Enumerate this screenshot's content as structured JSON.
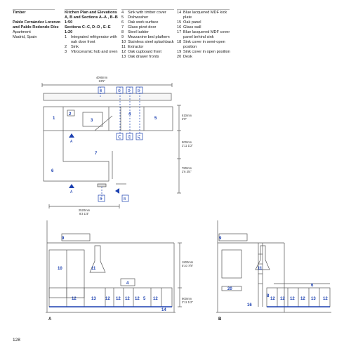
{
  "project": {
    "title": "Timber",
    "architects": "Pablo Fernández Lorenzo and Pablo Redondo Díez",
    "type": "Apartment",
    "location": "Madrid, Spain"
  },
  "drawing": {
    "title": "Kitchen Plan and Elevations A, B and Sections A–A , B–B",
    "scale1": "1:50",
    "sections": "Sections C–C, D–D , E–E",
    "scale2": "1:20"
  },
  "key": [
    {
      "num": "1",
      "text": "Integrated refrigerator with oak door front"
    },
    {
      "num": "2",
      "text": "Sink"
    },
    {
      "num": "3",
      "text": "Vitroceramic hob and oven"
    },
    {
      "num": "4",
      "text": "Sink with timber cover"
    },
    {
      "num": "5",
      "text": "Dishwasher"
    },
    {
      "num": "6",
      "text": "Oak work surface"
    },
    {
      "num": "7",
      "text": "Glass pivot door"
    },
    {
      "num": "8",
      "text": "Steel ladder"
    },
    {
      "num": "9",
      "text": "Mezzanine bed platform"
    },
    {
      "num": "10",
      "text": "Stainless steel splashback"
    },
    {
      "num": "11",
      "text": "Extractor"
    },
    {
      "num": "12",
      "text": "Oak cupboard front"
    },
    {
      "num": "13",
      "text": "Oak drawer fronts"
    },
    {
      "num": "14",
      "text": "Blue lacquered MDF kick plate"
    },
    {
      "num": "15",
      "text": "Oak panel"
    },
    {
      "num": "16",
      "text": "Glass wall"
    },
    {
      "num": "17",
      "text": "Blue lacquered MDF cover panel behind sink"
    },
    {
      "num": "18",
      "text": "Sink cover in semi-open position"
    },
    {
      "num": "19",
      "text": "Sink cover in open position"
    },
    {
      "num": "20",
      "text": "Desk"
    }
  ],
  "plan": {
    "width_dim_mm": "4090mm",
    "width_dim_ft": "13'5\"",
    "bottom_dim_mm": "2520mm",
    "bottom_dim_ft": "8'3 1/4\"",
    "dim1_mm": "610mm",
    "dim1_ft": "2'0\"",
    "dim2_mm": "900mm",
    "dim2_ft": "2'11 1/2\"",
    "dim3_mm": "780mm",
    "dim3_ft": "2'6 3/4\"",
    "section_labels": [
      "A",
      "B",
      "C",
      "D",
      "E"
    ],
    "numbers": [
      "1",
      "2",
      "3",
      "4",
      "5",
      "6",
      "7"
    ]
  },
  "elevation_a": {
    "label": "A",
    "height_mm": "1800mm",
    "height_ft": "5'10 7/8\"",
    "base_mm": "900mm",
    "base_ft": "2'11 1/2\"",
    "numbers": [
      "9",
      "10",
      "11",
      "4",
      "12",
      "13",
      "12",
      "12",
      "12",
      "12",
      "5",
      "12",
      "14"
    ]
  },
  "elevation_b": {
    "label": "B",
    "numbers": [
      "9",
      "11",
      "20",
      "8",
      "16",
      "6",
      "12",
      "12",
      "12",
      "12",
      "13",
      "12"
    ]
  },
  "page_number": "128",
  "colors": {
    "annotation_blue": "#1a3fb0",
    "line": "#555555"
  }
}
